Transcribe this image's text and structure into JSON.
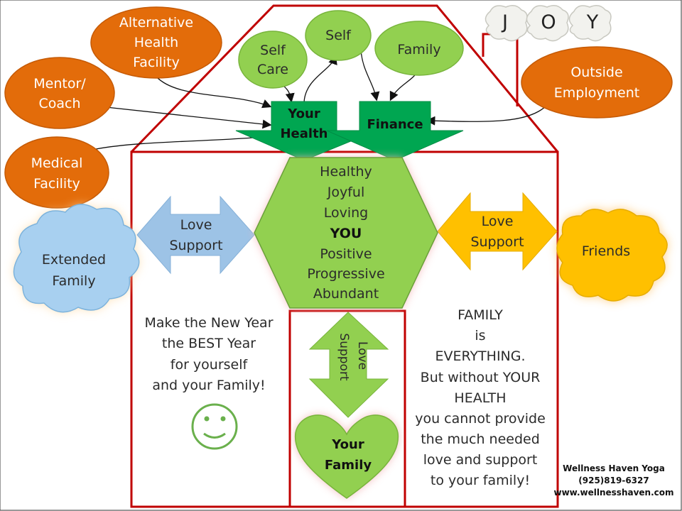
{
  "joy_letters": [
    "J",
    "O",
    "Y"
  ],
  "orange_nodes": {
    "alternative": [
      "Alternative",
      "Health",
      "Facility"
    ],
    "mentor": [
      "Mentor/",
      "Coach"
    ],
    "medical": [
      "Medical",
      "Facility"
    ],
    "outside": [
      "Outside",
      "Employment"
    ]
  },
  "green_nodes": {
    "self_care": [
      "Self",
      "Care"
    ],
    "self": "Self",
    "family": "Family"
  },
  "arrows": {
    "your_health": [
      "Your",
      "Health"
    ],
    "finance": "Finance",
    "love_support_left": [
      "Love",
      "Support"
    ],
    "love_support_right": [
      "Love",
      "Support"
    ],
    "love_support_vertical": [
      "Love",
      "Support"
    ]
  },
  "center_hexagon": [
    "Healthy",
    "Joyful",
    "Loving",
    "YOU",
    "Positive",
    "Progressive",
    "Abundant"
  ],
  "clouds": {
    "extended_family": [
      "Extended",
      "Family"
    ],
    "friends": "Friends"
  },
  "heart": [
    "Your",
    "Family"
  ],
  "left_message": [
    "Make the New Year",
    "the BEST Year",
    "for yourself",
    "and your Family!"
  ],
  "right_message": [
    "FAMILY",
    "is",
    "EVERYTHING.",
    "But without  YOUR",
    "HEALTH",
    "you cannot provide",
    "the much needed",
    "love and support",
    "to your family!"
  ],
  "footer": [
    "Wellness Haven Yoga",
    "(925)819-6327",
    "www.wellnesshaven.com"
  ],
  "colors": {
    "orange": "#e36c0a",
    "green_light": "#92d050",
    "green_dark": "#00a651",
    "blue_light": "#9dc3e6",
    "yellow": "#ffc000",
    "house_red": "#c00000"
  }
}
